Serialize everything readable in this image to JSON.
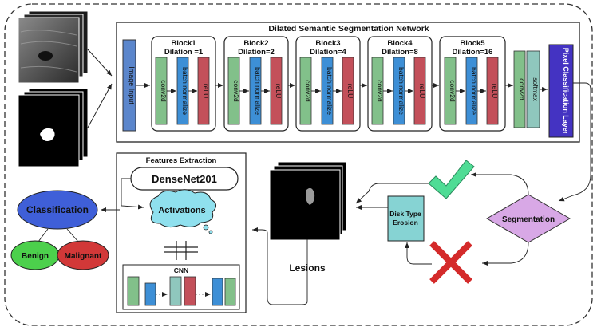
{
  "network": {
    "title": "Dilated Semantic Segmentation Network",
    "image_input": "Image Input",
    "blocks": [
      {
        "name": "Block1",
        "dilation": "Dilation =1",
        "layers": [
          "conv2d",
          "batch normalize",
          "reLU"
        ]
      },
      {
        "name": "Block2",
        "dilation": "Dilation=2",
        "layers": [
          "conv2d",
          "batch normalize",
          "reLU"
        ]
      },
      {
        "name": "Block3",
        "dilation": "Dilation=4",
        "layers": [
          "conv2d",
          "batch normalize",
          "reLU"
        ]
      },
      {
        "name": "Block4",
        "dilation": "Dilation=8",
        "layers": [
          "conv2d",
          "batch normalize",
          "reLU"
        ]
      },
      {
        "name": "Block5",
        "dilation": "Dilation=16",
        "layers": [
          "conv2d",
          "batch normalize",
          "reLU"
        ]
      }
    ],
    "final_conv": "conv2d",
    "softmax": "softmax",
    "pixel_layer": "Pixel Classification Layer"
  },
  "segmentation": "Segmentation",
  "erosion": "Disk Type Erosion",
  "lesions": "Lesions",
  "features": {
    "title": "Features Extraction",
    "densenet": "DenseNet201",
    "activations": "Activations",
    "cnn": "CNN"
  },
  "classification": {
    "title": "Classification",
    "benign": "Benign",
    "malignant": "Malignant"
  },
  "colors": {
    "conv": "#82c08a",
    "batch_norm": "#3d8fd6",
    "relu": "#c3505a",
    "image_input": "#5b86cc",
    "softmax": "#8fc7bd",
    "pixel_layer": "#4433c2",
    "segmentation": "#d8a8e6",
    "erosion": "#86d3d3",
    "activations": "#8fe0ee",
    "classification": "#3f5fd8",
    "benign": "#4cd04c",
    "malignant": "#d23838",
    "check": "#4fdc95",
    "cross": "#d42a2a"
  },
  "icons": [
    "check-mark-icon",
    "cross-mark-icon",
    "ultrasound-image-stack",
    "mask-image-stack",
    "lesion-image-stack"
  ]
}
